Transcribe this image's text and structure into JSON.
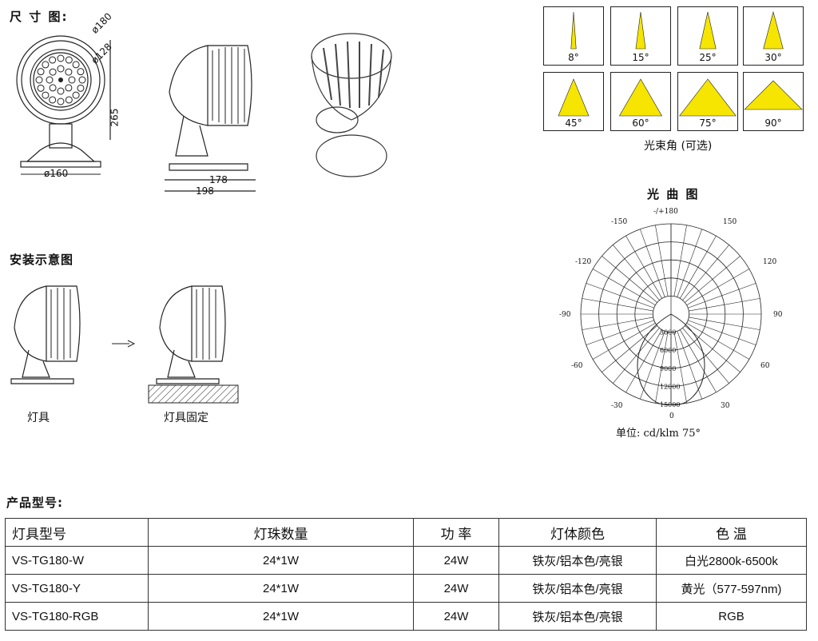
{
  "sections": {
    "dimensions_title": "尺 寸 图:",
    "install_title": "安装示意图",
    "products_title": "产品型号:",
    "light_curve_title": "光 曲 图"
  },
  "dimensions": {
    "d180": "ø180",
    "d128": "ø128",
    "h265": "265",
    "d160": "ø160",
    "w178": "178",
    "w198": "198"
  },
  "install": {
    "caption_fixture": "灯具",
    "caption_fixed": "灯具固定"
  },
  "beam_angles": {
    "caption": "光束角 (可选)",
    "items": [
      "8°",
      "15°",
      "25°",
      "30°",
      "45°",
      "60°",
      "75°",
      "90°"
    ],
    "color": "#f5e500"
  },
  "polar": {
    "top": "-/+180",
    "angles": [
      "-150",
      "150",
      "-120",
      "120",
      "-90",
      "90",
      "-60",
      "60",
      "-30",
      "30",
      "0"
    ],
    "rings": [
      "3000",
      "6000",
      "9000",
      "12000",
      "15000"
    ],
    "unit": "单位: cd/klm  75°"
  },
  "table": {
    "headers": [
      "灯具型号",
      "灯珠数量",
      "功  率",
      "灯体颜色",
      "色  温"
    ],
    "rows": [
      [
        "VS-TG180-W",
        "24*1W",
        "24W",
        "铁灰/铝本色/亮银",
        "白光2800k-6500k"
      ],
      [
        "VS-TG180-Y",
        "24*1W",
        "24W",
        "铁灰/铝本色/亮银",
        "黄光（577-597nm)"
      ],
      [
        "VS-TG180-RGB",
        "24*1W",
        "24W",
        "铁灰/铝本色/亮银",
        "RGB"
      ]
    ]
  }
}
